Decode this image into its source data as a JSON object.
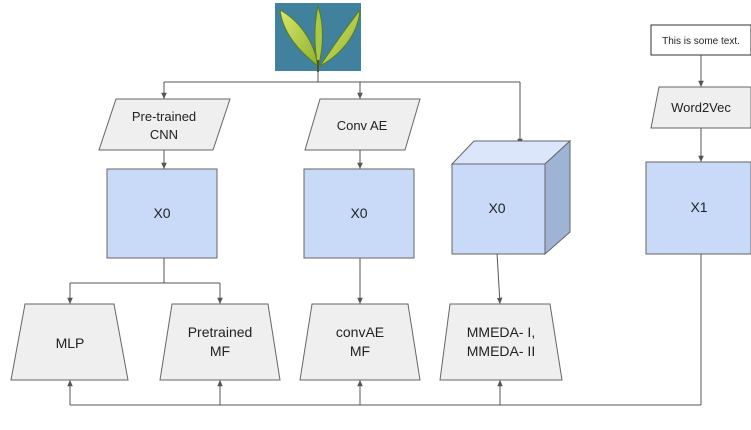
{
  "colors": {
    "feature_box": "#c9daf8",
    "cube_top": "#dbe6fa",
    "cube_side": "#9fb4d4",
    "shape_gray": "#efefef",
    "line": "#555555",
    "leaf_green": "#b8d44a",
    "leaf_bg": "#4a8aa6"
  },
  "image": {
    "icon": "tea-leaf-photo"
  },
  "text_input": {
    "label": "This is some text."
  },
  "extractors": {
    "cnn": {
      "line1": "Pre-trained",
      "line2": "CNN"
    },
    "conv_ae": {
      "label": "Conv AE"
    },
    "word2vec": {
      "label": "Word2Vec"
    }
  },
  "features": {
    "x0_cnn": "X0",
    "x0_conv": "X0",
    "x0_cube": "X0",
    "x1": "X1"
  },
  "models": {
    "mlp": {
      "label": "MLP"
    },
    "pretrained_mf": {
      "line1": "Pretrained",
      "line2": "MF"
    },
    "convae_mf": {
      "line1": "convAE",
      "line2": "MF"
    },
    "mmeda": {
      "line1": "MMEDA- I,",
      "line2": "MMEDA- II"
    }
  }
}
